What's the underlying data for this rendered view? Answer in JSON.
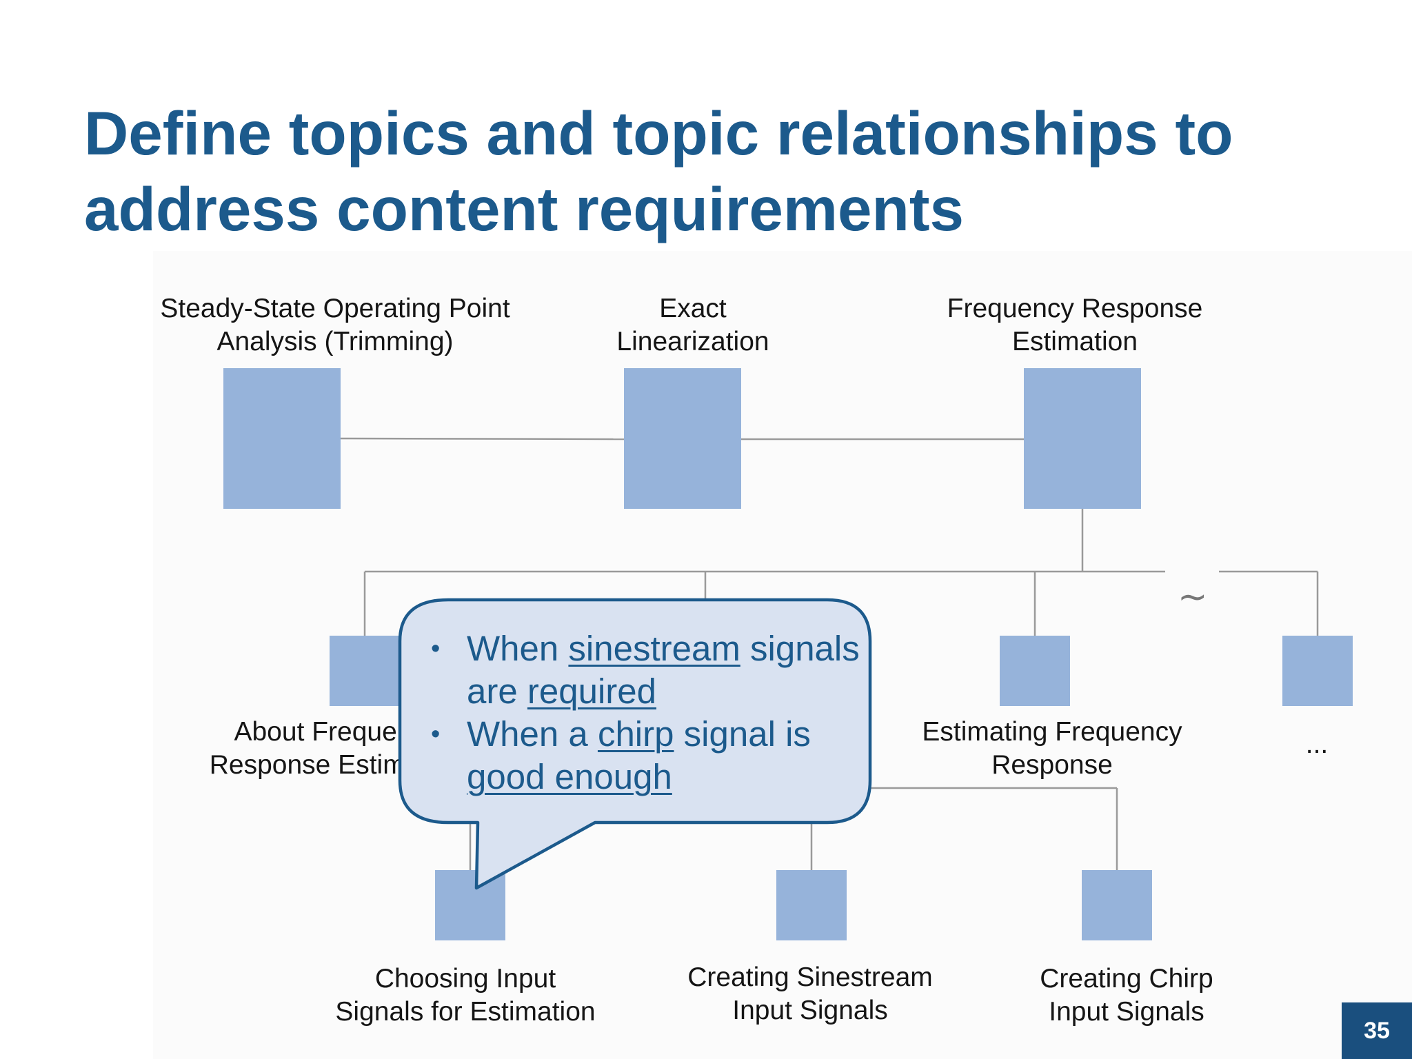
{
  "slide": {
    "title": "Define topics and topic relationships to address content requirements",
    "page_number": "35"
  },
  "diagram": {
    "top_topics": [
      {
        "label": "Steady-State Operating Point\nAnalysis (Trimming)"
      },
      {
        "label": "Exact\nLinearization"
      },
      {
        "label": "Frequency Response\nEstimation"
      }
    ],
    "mid_topics": [
      {
        "label": "About Frequency\nResponse Estimation"
      },
      {
        "label": "Estimating Frequency\nResponse"
      },
      {
        "label": "..."
      }
    ],
    "bottom_topics": [
      {
        "label": "Choosing Input\nSignals for Estimation"
      },
      {
        "label": "Creating Sinestream\nInput Signals"
      },
      {
        "label": "Creating Chirp\nInput Signals"
      }
    ],
    "break_symbol": "~"
  },
  "callout": {
    "bullet_symbol": "•",
    "bullets": [
      {
        "parts": [
          "When ",
          "sinestream",
          " signals are ",
          "required"
        ]
      },
      {
        "parts": [
          "When a ",
          "chirp",
          " signal is ",
          "good enough"
        ]
      }
    ]
  },
  "colors": {
    "title": "#1c5a8c",
    "box_fill": "#96b3da",
    "callout_fill": "#d9e2f1",
    "callout_border": "#1c5a8c",
    "page_badge": "#1a4f7e"
  }
}
